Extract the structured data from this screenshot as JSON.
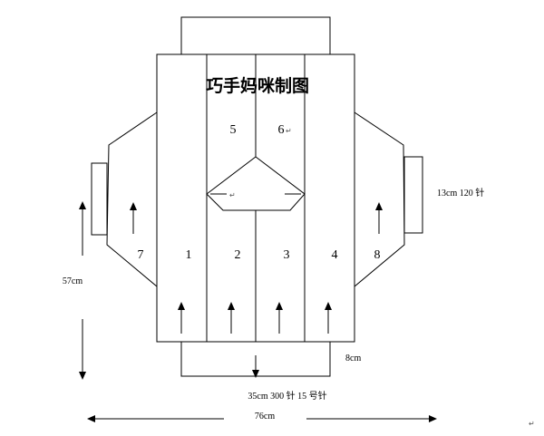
{
  "diagram": {
    "title": "巧手妈咪制图",
    "panels": [
      "1",
      "2",
      "3",
      "4",
      "5",
      "6",
      "7",
      "8"
    ],
    "mark_small": "↵",
    "measurements": {
      "sleeve": "13cm 120 针",
      "height": "57cm",
      "ribbing": "8cm",
      "body": "35cm 300 针  15 号针",
      "width": "76cm"
    }
  }
}
